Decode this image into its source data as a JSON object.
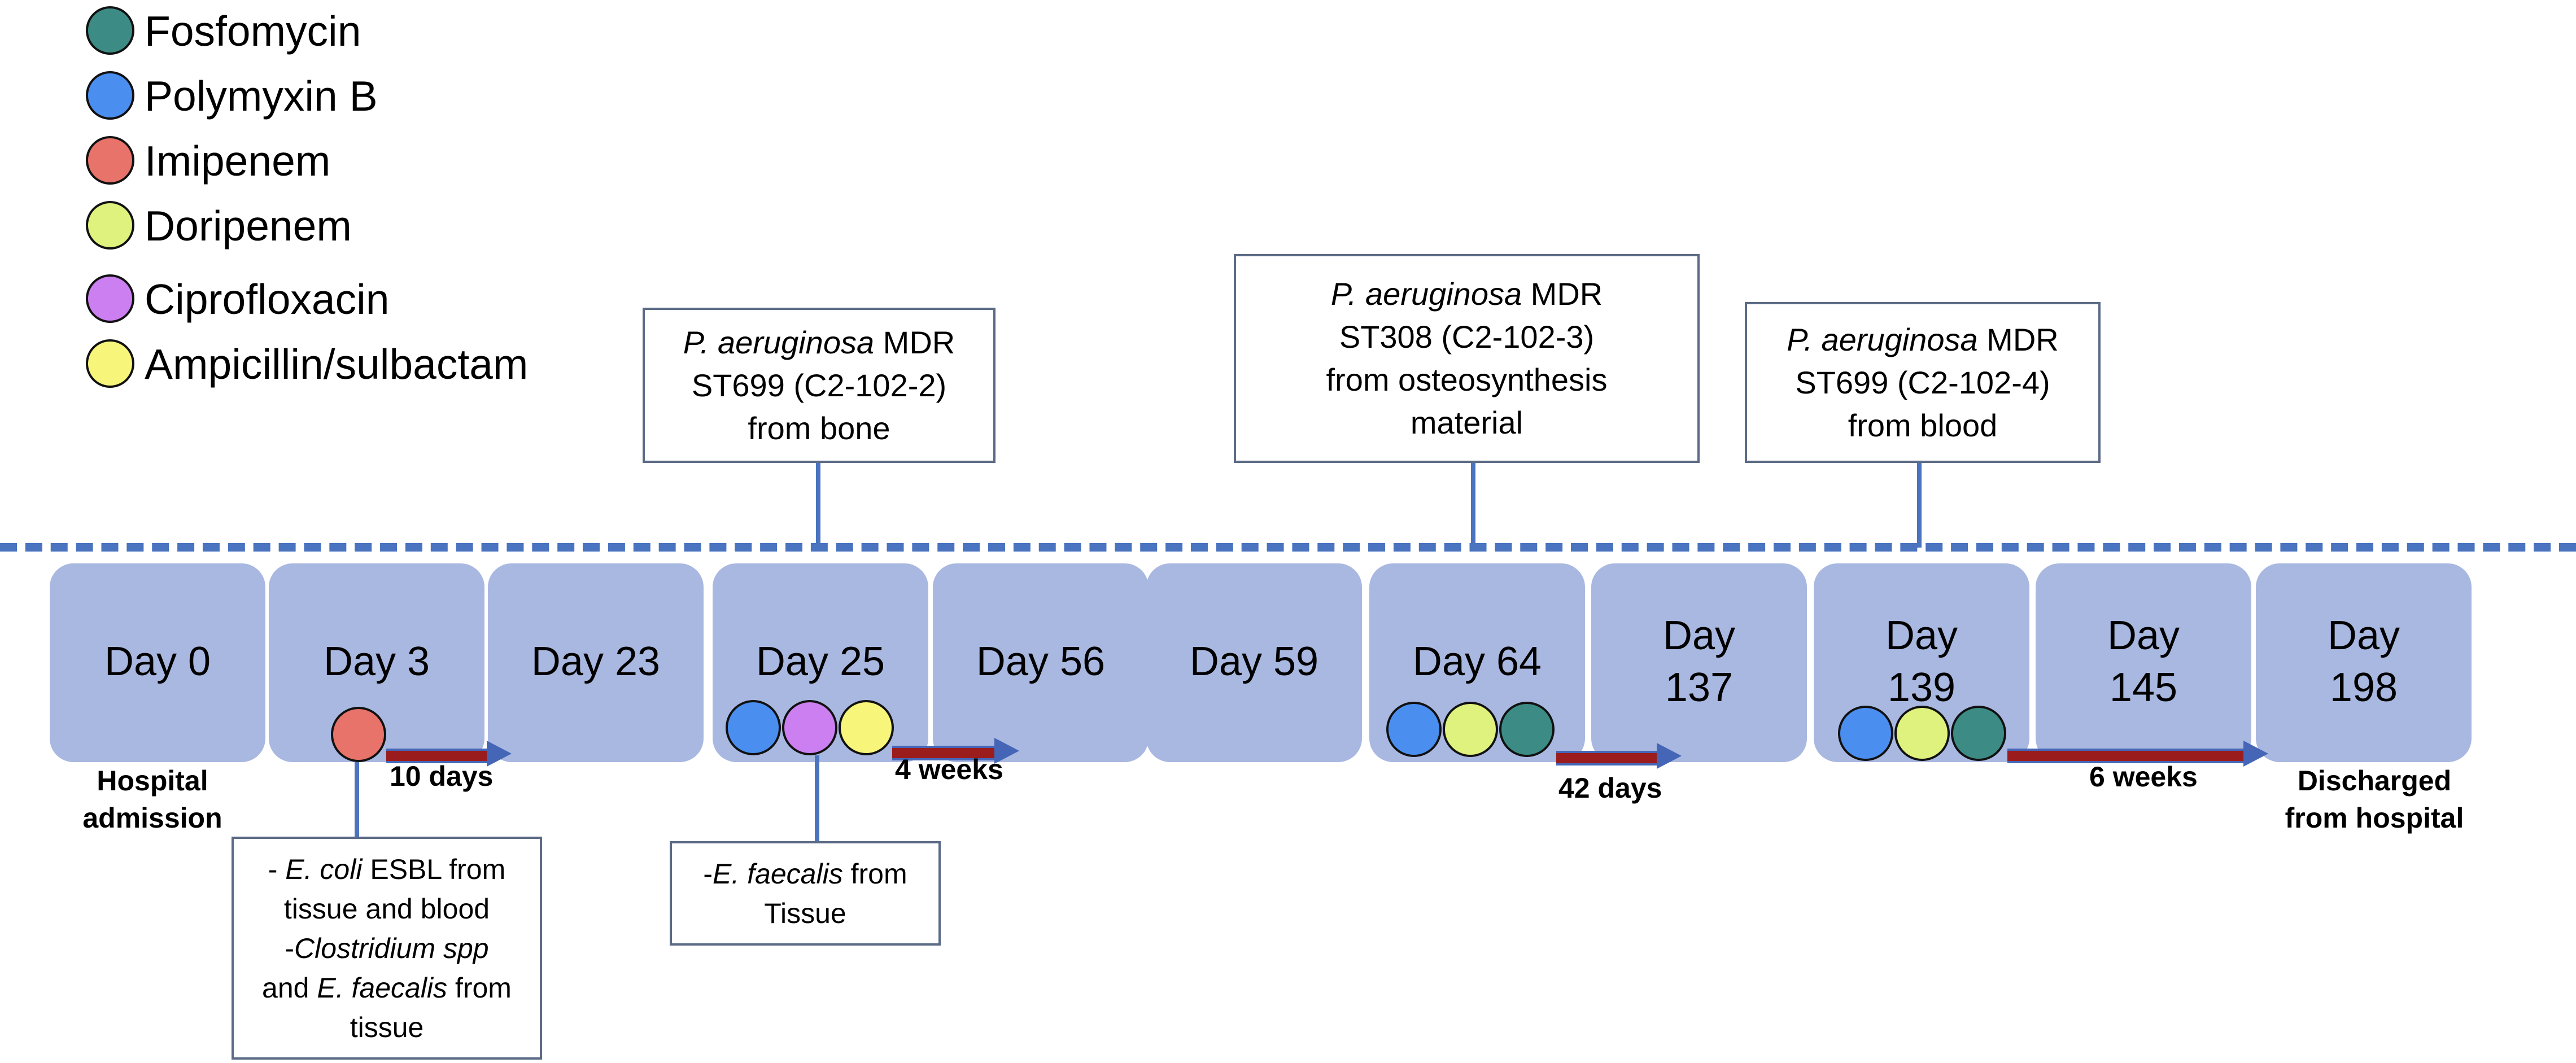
{
  "legend": [
    {
      "label": "Fosfomycin",
      "color": "#3d8b85"
    },
    {
      "label": "Polymyxin B",
      "color": "#4a8ef0"
    },
    {
      "label": "Imipenem",
      "color": "#e8736a"
    },
    {
      "label": "Doripenem",
      "color": "#dff27d"
    },
    {
      "label": "Ciprofloxacin",
      "color": "#cc7ff0"
    },
    {
      "label": "Ampicillin/sulbactam",
      "color": "#f7f57a"
    }
  ],
  "days": [
    {
      "label": "Day 0"
    },
    {
      "label": "Day 3"
    },
    {
      "label": "Day 23"
    },
    {
      "label": "Day 25"
    },
    {
      "label": "Day 56"
    },
    {
      "label": "Day 59"
    },
    {
      "label": "Day 64"
    },
    {
      "label": "Day\n137"
    },
    {
      "label": "Day\n139"
    },
    {
      "label": "Day\n145"
    },
    {
      "label": "Day\n198"
    }
  ],
  "intervals": [
    {
      "label": "10 days"
    },
    {
      "label": "4 weeks"
    },
    {
      "label": "42 days"
    },
    {
      "label": "6 weeks"
    }
  ],
  "events": {
    "admission": "Hospital\nadmission",
    "discharge": "Discharged\nfrom hospital"
  },
  "callouts_top": [
    {
      "species": "P. aeruginosa",
      "mdr": " MDR",
      "strain": "ST699 (C2-102-2)",
      "source_1": "from bone",
      "source_2": ""
    },
    {
      "species": "P. aeruginosa",
      "mdr": " MDR",
      "strain": "ST308 (C2-102-3)",
      "source_1": "from osteosynthesis",
      "source_2": "material"
    },
    {
      "species": "P. aeruginosa",
      "mdr": " MDR",
      "strain": "ST699 (C2-102-4)",
      "source_1": "from blood",
      "source_2": ""
    }
  ],
  "callouts_bottom": {
    "day3": {
      "l1_prefix": "- ",
      "l1_species": "E. coli",
      "l1_suffix": " ESBL from",
      "l2": "tissue and blood",
      "l3_prefix": "-",
      "l3_species": "Clostridium spp",
      "l4_prefix": "and ",
      "l4_species": "E. faecalis",
      "l4_suffix": " from",
      "l5": "tissue"
    },
    "day25": {
      "l1_prefix": "-",
      "l1_species": "E. faecalis",
      "l1_suffix": " from",
      "l2": "Tissue"
    }
  }
}
